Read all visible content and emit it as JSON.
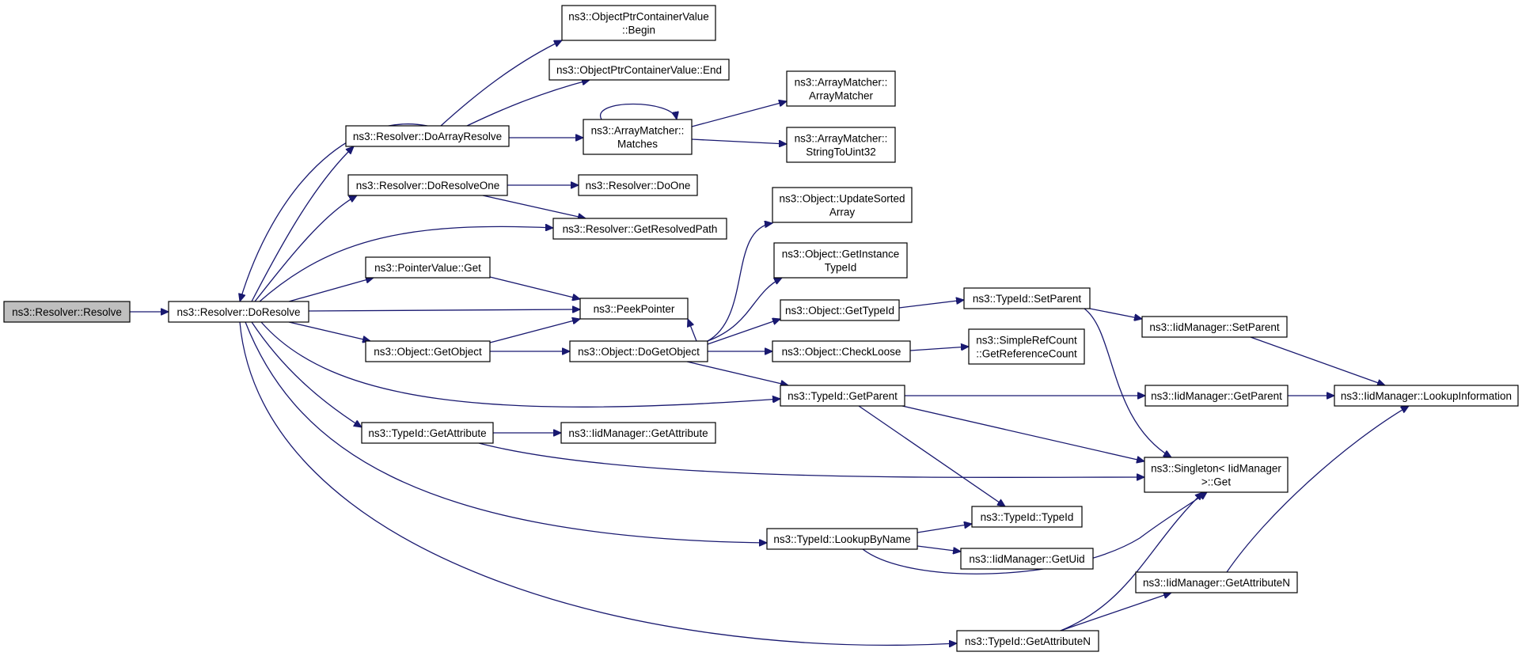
{
  "colors": {
    "edge": "#191970",
    "root_fill": "#bfbfbf",
    "node_fill": "#ffffff",
    "node_border": "#000000"
  },
  "nodes": {
    "resolve": [
      "ns3::Resolver::Resolve"
    ],
    "doresolve": [
      "ns3::Resolver::DoResolve"
    ],
    "ptrcont_begin": [
      "ns3::ObjectPtrContainerValue",
      "::Begin"
    ],
    "ptrcont_end": [
      "ns3::ObjectPtrContainerValue::End"
    ],
    "doarrayresolve": [
      "ns3::Resolver::DoArrayResolve"
    ],
    "am_matches": [
      "ns3::ArrayMatcher::",
      "Matches"
    ],
    "am_ctor": [
      "ns3::ArrayMatcher::",
      "ArrayMatcher"
    ],
    "am_str": [
      "ns3::ArrayMatcher::",
      "StringToUint32"
    ],
    "doresolveone": [
      "ns3::Resolver::DoResolveOne"
    ],
    "doone": [
      "ns3::Resolver::DoOne"
    ],
    "getresolvedpath": [
      "ns3::Resolver::GetResolvedPath"
    ],
    "updatesorted": [
      "ns3::Object::UpdateSorted",
      "Array"
    ],
    "getinstancetypeid": [
      "ns3::Object::GetInstance",
      "TypeId"
    ],
    "pv_get": [
      "ns3::PointerValue::Get"
    ],
    "peekpointer": [
      "ns3::PeekPointer"
    ],
    "gettypeid": [
      "ns3::Object::GetTypeId"
    ],
    "tid_setparent": [
      "ns3::TypeId::SetParent"
    ],
    "iid_setparent": [
      "ns3::IidManager::SetParent"
    ],
    "getobject": [
      "ns3::Object::GetObject"
    ],
    "dogetobject": [
      "ns3::Object::DoGetObject"
    ],
    "checkloose": [
      "ns3::Object::CheckLoose"
    ],
    "getrefcount": [
      "ns3::SimpleRefCount",
      "::GetReferenceCount"
    ],
    "tid_getparent": [
      "ns3::TypeId::GetParent"
    ],
    "iid_getparent": [
      "ns3::IidManager::GetParent"
    ],
    "lookupinfo": [
      "ns3::IidManager::LookupInformation"
    ],
    "tid_getattribute": [
      "ns3::TypeId::GetAttribute"
    ],
    "iid_getattribute": [
      "ns3::IidManager::GetAttribute"
    ],
    "singleton_get": [
      "ns3::Singleton< IidManager",
      ">::Get"
    ],
    "tid_typeid": [
      "ns3::TypeId::TypeId"
    ],
    "lookupbyname": [
      "ns3::TypeId::LookupByName"
    ],
    "getuid": [
      "ns3::IidManager::GetUid"
    ],
    "iid_getattrn": [
      "ns3::IidManager::GetAttributeN"
    ],
    "tid_getattrn": [
      "ns3::TypeId::GetAttributeN"
    ]
  }
}
